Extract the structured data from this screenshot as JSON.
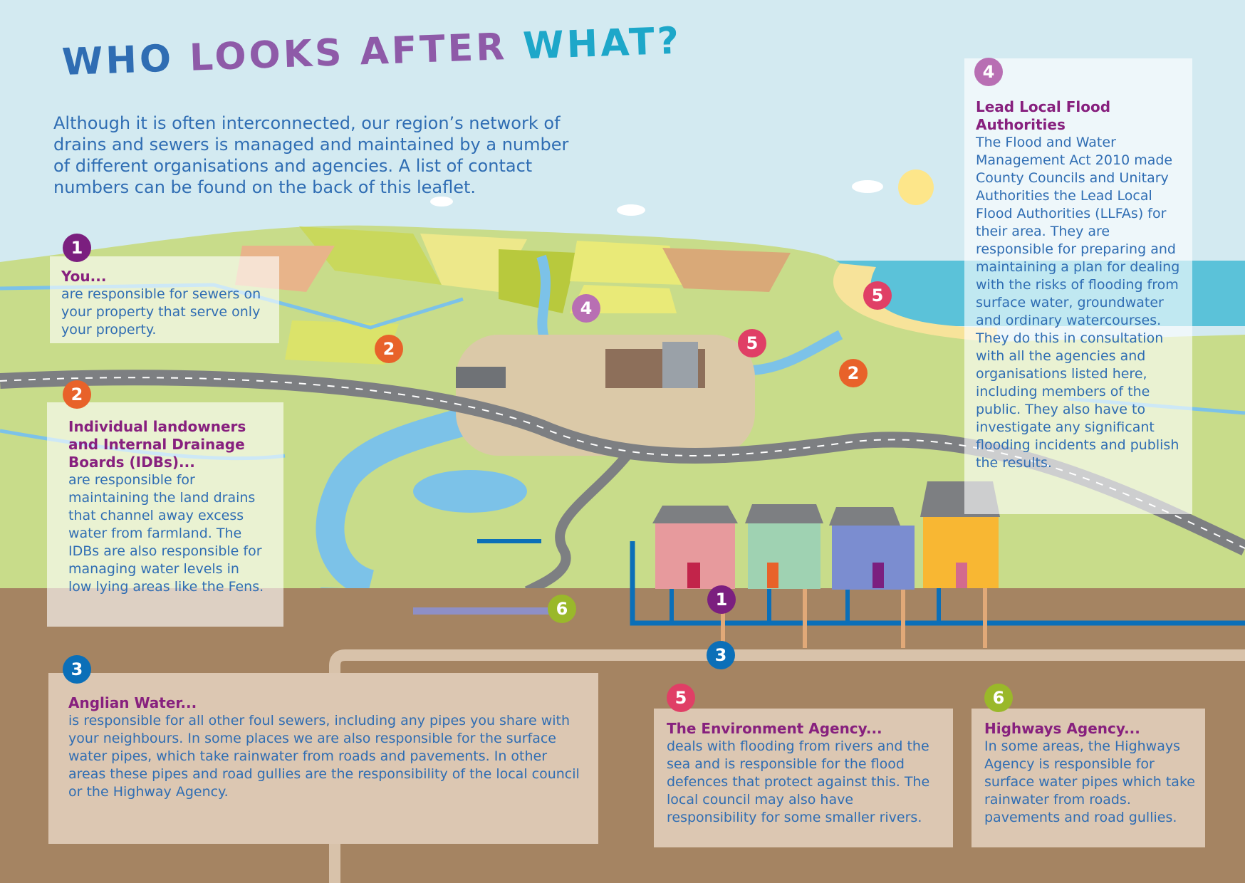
{
  "title": {
    "part1": "WHO",
    "part2": "LOOKS",
    "part3": "AFTER",
    "part4": "WHAT?"
  },
  "intro": "Although it is often interconnected, our region’s network of drains and sewers is managed and maintained by a number of different organisations and agencies. A list of contact numbers can be found on the back of this leaflet.",
  "colors": {
    "sky": "#d3eaf1",
    "ground": "#a58462",
    "heading": "#87207e",
    "body_text": "#2f6db3",
    "badge_1": "#7b1f7f",
    "badge_2": "#e8622a",
    "badge_3": "#0b6fb8",
    "badge_4": "#b86fb3",
    "badge_5": "#e03f66",
    "badge_6": "#9ab82a"
  },
  "badges": {
    "you": "1",
    "landowners": "2",
    "anglian": "3",
    "llfa": "4",
    "environment": "5",
    "highways": "6"
  },
  "panels": {
    "you": {
      "heading": "You...",
      "body": "are responsible for sewers on your property that serve only your property."
    },
    "landowners": {
      "heading": "Individual landowners and Internal Drainage Boards (IDBs)...",
      "body": "are responsible for maintaining the land drains that channel away excess water from farmland. The IDBs are also responsible for managing water levels in low lying areas like the Fens."
    },
    "anglian": {
      "heading": "Anglian Water...",
      "body": "is responsible for all other foul sewers, including any pipes you share with your neighbours. In some places we are also responsible for the surface water pipes, which take rainwater from roads and pavements. In other areas these pipes and road gullies are the responsibility of the local council or the Highway Agency."
    },
    "llfa": {
      "heading": "Lead Local Flood Authorities",
      "body": "The Flood and Water Management Act 2010 made County Councils and Unitary Authorities the Lead Local Flood Authorities (LLFAs) for their area. They are responsible for preparing and maintaining a plan for dealing with the risks of flooding from surface water, groundwater and ordinary watercourses. They do this in consultation with all the agencies and organisations listed here, including members of the public. They also have to investigate any significant flooding incidents and publish the results."
    },
    "environment": {
      "heading": "The Environment Agency...",
      "body": "deals with flooding from rivers and the sea and is responsible for the flood defences that protect against this. The local council may also have responsibility for some smaller rivers."
    },
    "highways": {
      "heading": "Highways Agency...",
      "body": "In some areas, the Highways Agency is responsible for surface water pipes which take rainwater from roads. pavements and  road gullies."
    }
  }
}
